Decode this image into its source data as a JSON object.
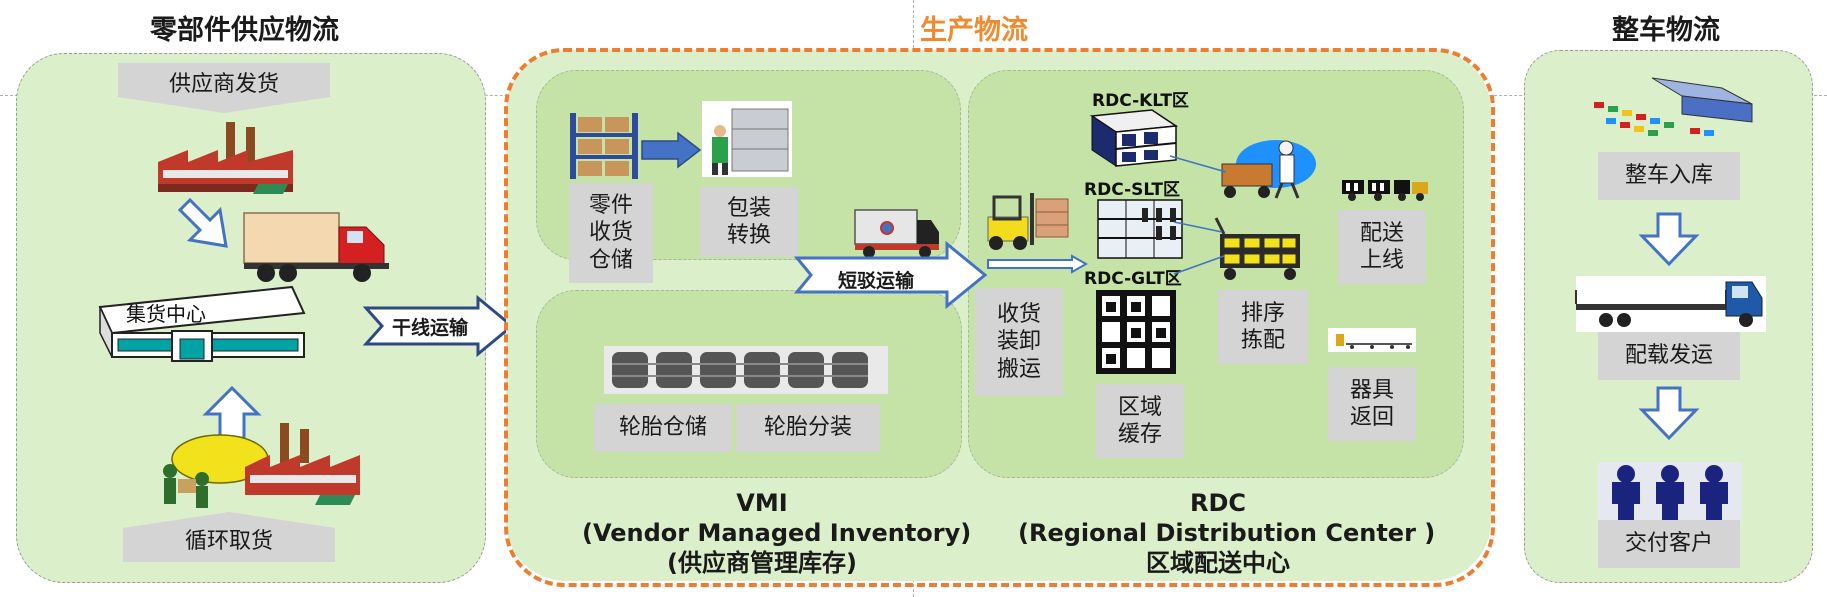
{
  "sections": {
    "parts_logistics": "零部件供应物流",
    "production_logistics": "生产物流",
    "vehicle_logistics": "整车物流"
  },
  "parts": {
    "supplier_shipping": "供应商发货",
    "consolidation_center": "集货中心",
    "milk_run": "循环取货",
    "trunk_transport": "干线运输"
  },
  "vmi": {
    "parts_receiving": "零件\n收货\n仓储",
    "repacking": "包装\n转换",
    "tire_storage": "轮胎仓储",
    "tire_sorting": "轮胎分装",
    "shuttle_transport": "短驳运输",
    "caption_line1": "VMI",
    "caption_line2": "(Vendor Managed Inventory)",
    "caption_line3": "(供应商管理库存)"
  },
  "rdc": {
    "klt_zone": "RDC-KLT区",
    "slt_zone": "RDC-SLT区",
    "glt_zone": "RDC-GLT区",
    "receiving_unloading": "收货\n装卸\n搬运",
    "zone_buffer": "区域\n缓存",
    "sequencing_picking": "排序\n拣配",
    "delivery_online": "配送\n上线",
    "container_return": "器具\n返回",
    "caption_line1": "RDC",
    "caption_line2": "(Regional Distribution Center )",
    "caption_line3": "区域配送中心"
  },
  "vehicle": {
    "vehicle_warehousing": "整车入库",
    "loading_shipping": "配载发运",
    "customer_delivery": "交付客户"
  },
  "colors": {
    "panel_green": "#dcefcb",
    "subpanel_green": "#c5e3a6",
    "orange_dash": "#ed7d31",
    "orange_title": "#f08a2e",
    "arrow_blue": "#4472c4"
  }
}
